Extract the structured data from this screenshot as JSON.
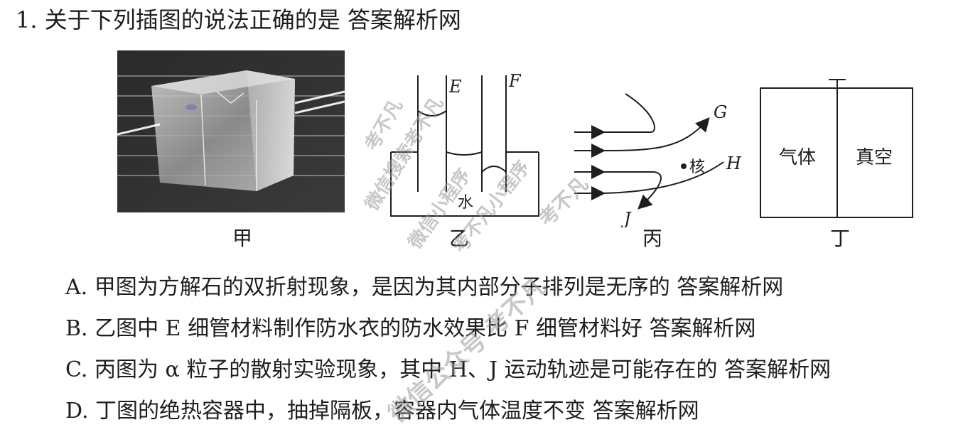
{
  "question": {
    "title": "1. 关于下列插图的说法正确的是 答案解析网"
  },
  "figures": {
    "jia": {
      "label": "甲"
    },
    "yi": {
      "label": "乙",
      "tube_left": "E",
      "tube_right": "F",
      "liquid": "水"
    },
    "bing": {
      "label": "丙",
      "track_g": "G",
      "track_h": "H",
      "track_j": "J",
      "nucleus": "核"
    },
    "ding": {
      "label": "丁",
      "left_chamber": "气体",
      "right_chamber": "真空"
    }
  },
  "options": [
    "A. 甲图为方解石的双折射现象，是因为其内部分子排列是无序的 答案解析网",
    "B. 乙图中 E 细管材料制作防水衣的防水效果比 F 细管材料好 答案解析网",
    "C. 丙图为 α 粒子的散射实验现象，其中 H、J 运动轨迹是可能存在的 答案解析网",
    "D. 丁图的绝热容器中，抽掉隔板，容器内气体温度不变 答案解析网"
  ],
  "watermarks": [
    "考不凡",
    "微信搜索考不凡",
    "微信小程序",
    "考不凡小程序",
    "考不凡",
    "微信公众号 考不凡"
  ]
}
